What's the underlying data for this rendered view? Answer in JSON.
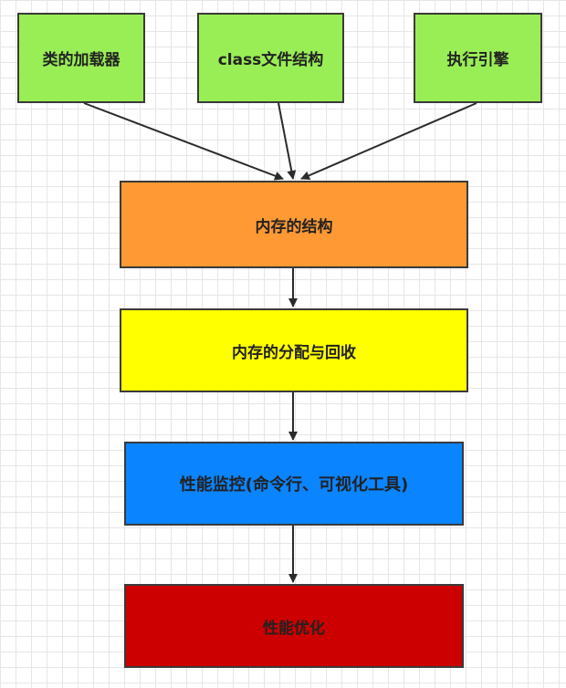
{
  "diagram": {
    "nodes": [
      {
        "id": "loader",
        "label": "类的加载器",
        "color": "#99ee55"
      },
      {
        "id": "class",
        "label": "class文件结构",
        "color": "#99ee55"
      },
      {
        "id": "engine",
        "label": "执行引擎",
        "color": "#99ee55"
      },
      {
        "id": "memstr",
        "label": "内存的结构",
        "color": "#ff9933"
      },
      {
        "id": "memgc",
        "label": "内存的分配与回收",
        "color": "#ffff00"
      },
      {
        "id": "monitor",
        "label": "性能监控(命令行、可视化工具)",
        "color": "#0a84ff"
      },
      {
        "id": "tuning",
        "label": "性能优化",
        "color": "#cc0000"
      }
    ],
    "edges": [
      {
        "from": "loader",
        "to": "memstr"
      },
      {
        "from": "class",
        "to": "memstr"
      },
      {
        "from": "engine",
        "to": "memstr"
      },
      {
        "from": "memstr",
        "to": "memgc"
      },
      {
        "from": "memgc",
        "to": "monitor"
      },
      {
        "from": "monitor",
        "to": "tuning"
      }
    ]
  }
}
